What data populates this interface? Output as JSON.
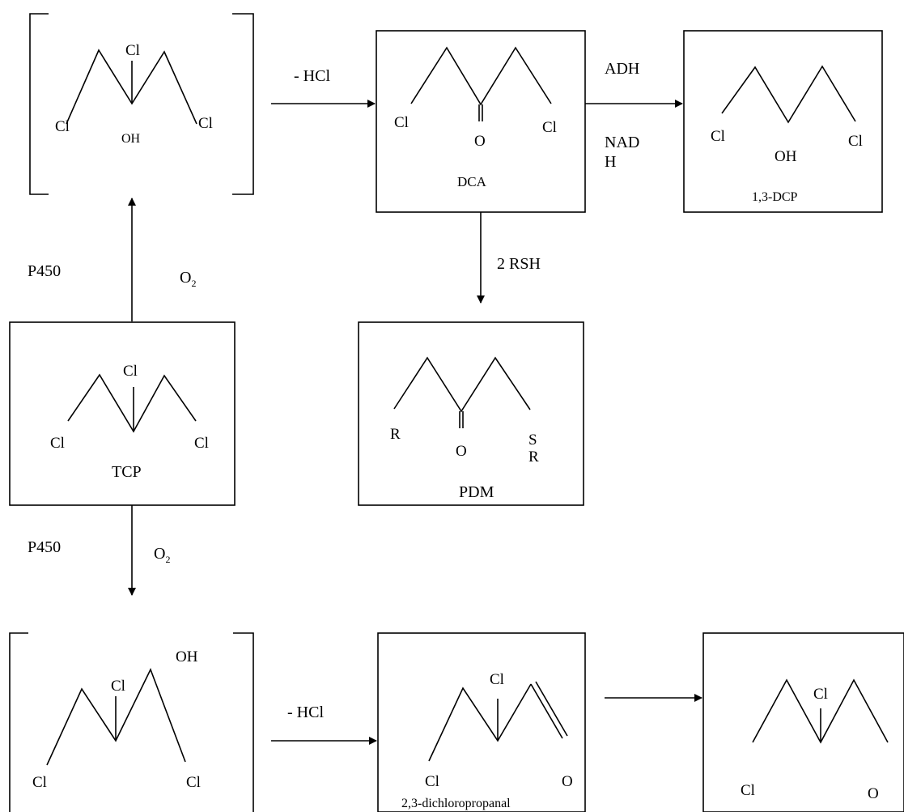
{
  "reactions": {
    "top_elimination": "- HCl",
    "bottom_elimination": "- HCl",
    "adh_enzyme": "ADH",
    "cofactor_line1": "NAD",
    "cofactor_line2": "H",
    "conjugation": "2 RSH",
    "upper_enzyme": "P450",
    "upper_oxygen": "O",
    "upper_oxygen_sub": "2",
    "lower_enzyme": "P450",
    "lower_oxygen": "O",
    "lower_oxygen_sub": "2"
  },
  "molecules": {
    "top_intermediate": {
      "center_cl": "Cl",
      "left_cl": "Cl",
      "oh": "OH",
      "right_cl": "Cl"
    },
    "dca": {
      "left_cl": "Cl",
      "oxygen": "O",
      "right_cl": "Cl",
      "name": "DCA"
    },
    "dcp": {
      "left_cl": "Cl",
      "oh": "OH",
      "right_cl": "Cl",
      "name": "1,3-DCP"
    },
    "tcp": {
      "center_cl": "Cl",
      "left_cl": "Cl",
      "right_cl": "Cl",
      "name": "TCP"
    },
    "pdm": {
      "left_group": "R",
      "oxygen": "O",
      "right_s": "S",
      "right_r": "R",
      "name": "PDM"
    },
    "bottom_intermediate": {
      "oh": "OH",
      "center_cl": "Cl",
      "left_cl": "Cl",
      "right_cl": "Cl"
    },
    "dichloropropanal": {
      "center_cl": "Cl",
      "left_cl": "Cl",
      "oxygen": "O",
      "name": "2,3-dichloropropanal"
    },
    "final_product": {
      "center_cl": "Cl",
      "left_cl": "Cl",
      "oxygen": "O"
    }
  }
}
